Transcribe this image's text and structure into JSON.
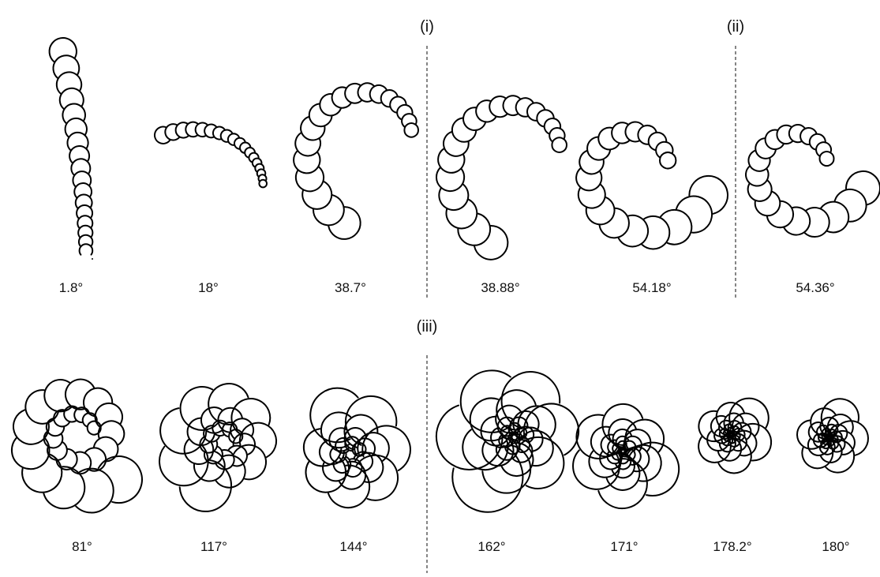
{
  "section_labels": [
    "(i)",
    "(ii)",
    "(iii)"
  ],
  "panels": [
    {
      "angle_deg": 1.8,
      "label": "1.8°"
    },
    {
      "angle_deg": 18,
      "label": "18°"
    },
    {
      "angle_deg": 38.7,
      "label": "38.7°"
    },
    {
      "angle_deg": 38.88,
      "label": "38.88°"
    },
    {
      "angle_deg": 54.18,
      "label": "54.18°"
    },
    {
      "angle_deg": 54.36,
      "label": "54.36°"
    },
    {
      "angle_deg": 81,
      "label": "81°"
    },
    {
      "angle_deg": 117,
      "label": "117°"
    },
    {
      "angle_deg": 144,
      "label": "144°"
    },
    {
      "angle_deg": 162,
      "label": "162°"
    },
    {
      "angle_deg": 171,
      "label": "171°"
    },
    {
      "angle_deg": 178.2,
      "label": "178.2°"
    },
    {
      "angle_deg": 180,
      "label": "180°"
    }
  ]
}
